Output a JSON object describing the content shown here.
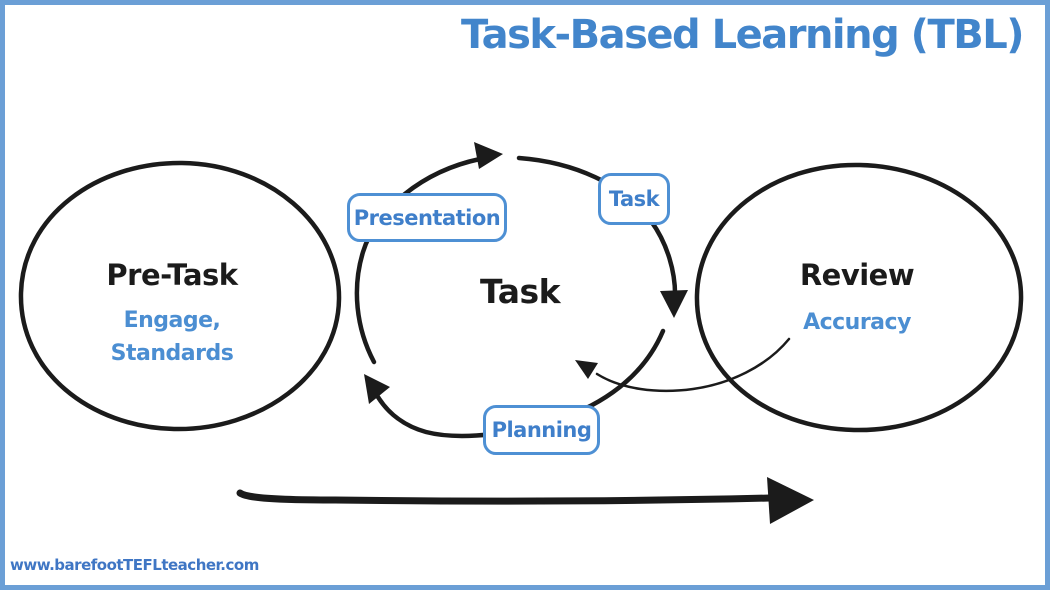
{
  "diagram": {
    "title": "Task-Based Learning (TBL)",
    "watermark": "www.barefootTEFLteacher.com",
    "colors": {
      "accent_blue": "#4285cb",
      "step_box_border": "#4e90d4",
      "step_text": "#3f7fca",
      "sub_label_blue": "#4b8ed2",
      "frame_border": "#6b9fd6",
      "ink": "#1b1b1b"
    },
    "nodes": {
      "pre_task": {
        "label": "Pre-Task",
        "sub1": "Engage,",
        "sub2": "Standards"
      },
      "task_cycle": {
        "label": "Task"
      },
      "review": {
        "label": "Review",
        "sub1": "Accuracy"
      }
    },
    "steps": {
      "presentation": {
        "label": "Presentation"
      },
      "task": {
        "label": "Task"
      },
      "planning": {
        "label": "Planning"
      }
    }
  }
}
